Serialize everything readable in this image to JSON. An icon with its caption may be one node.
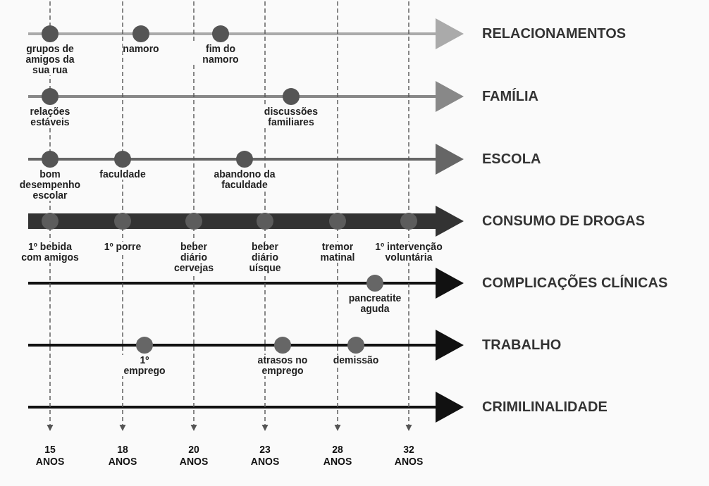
{
  "diagram": {
    "nodes": [
      {
        "text": [
          "grupos de amigos da sua rua"
        ]
      },
      {
        "text": [
          "namoro"
        ]
      },
      {
        "text": [
          "fim do namoro"
        ]
      },
      {
        "text": [
          "RELACIONAMENTOS"
        ]
      },
      {
        "text": [
          "relações estáveis"
        ]
      },
      {
        "text": [
          "discussões familiares"
        ]
      },
      {
        "text": [
          "FAMÍLIA"
        ]
      },
      {
        "text": [
          "bom desempenho escolar"
        ]
      },
      {
        "text": [
          "faculdade"
        ]
      },
      {
        "text": [
          "abandono da faculdade"
        ]
      },
      {
        "text": [
          "ESCOLA"
        ]
      },
      {
        "text": [
          "1º bebida com amigos"
        ]
      },
      {
        "text": [
          "1º porre"
        ]
      },
      {
        "text": [
          "beber diário cervejas"
        ]
      },
      {
        "text": [
          "beber diário uísque"
        ]
      },
      {
        "text": [
          "tremor matinal"
        ]
      },
      {
        "text": [
          "1º intervenção voluntária"
        ]
      },
      {
        "text": [
          "CONSUMO DE DROGAS"
        ]
      },
      {
        "text": [
          "pancreatite aguda"
        ]
      },
      {
        "text": [
          "COMPLICAÇÕES CLÍNICAS"
        ]
      },
      {
        "text": [
          "1º emprego"
        ]
      },
      {
        "text": [
          "atrasos no emprego"
        ]
      },
      {
        "text": [
          "demissão"
        ]
      },
      {
        "text": [
          "TRABALHO"
        ]
      },
      {
        "text": [
          "CRIMILINALIDADE"
        ]
      },
      {
        "text": [
          "15 ANOS"
        ]
      },
      {
        "text": [
          "18 ANOS"
        ]
      },
      {
        "text": [
          "20 ANOS"
        ]
      },
      {
        "text": [
          "23 ANOS"
        ]
      },
      {
        "text": [
          "28 ANOS"
        ]
      },
      {
        "text": [
          "32 ANOS"
        ]
      }
    ],
    "edges": [
      {
        "from": null,
        "to": 3,
        "arrow": "to",
        "color": "#aaaaaa"
      },
      {
        "from": null,
        "to": 6,
        "arrow": "to",
        "color": "#888888"
      },
      {
        "from": null,
        "to": 10,
        "arrow": "to",
        "color": "#666666"
      },
      {
        "from": null,
        "to": 17,
        "arrow": "to",
        "style": "thick",
        "color": "#333333"
      },
      {
        "from": null,
        "to": 19,
        "arrow": "to"
      },
      {
        "from": null,
        "to": 23,
        "arrow": "to"
      },
      {
        "from": null,
        "to": 24,
        "arrow": "to"
      },
      {
        "from": null,
        "to": 25,
        "arrow": "to",
        "style": "dashed",
        "color": "#555555"
      },
      {
        "from": null,
        "to": 26,
        "arrow": "to",
        "style": "dashed",
        "color": "#555555"
      },
      {
        "from": null,
        "to": 27,
        "arrow": "to",
        "style": "dashed",
        "color": "#555555"
      },
      {
        "from": null,
        "to": 28,
        "arrow": "to",
        "style": "dashed",
        "color": "#555555"
      },
      {
        "from": null,
        "to": 29,
        "arrow": "to",
        "style": "dashed",
        "color": "#555555"
      },
      {
        "from": null,
        "to": 30,
        "arrow": "to",
        "style": "dashed",
        "color": "#555555"
      }
    ]
  }
}
